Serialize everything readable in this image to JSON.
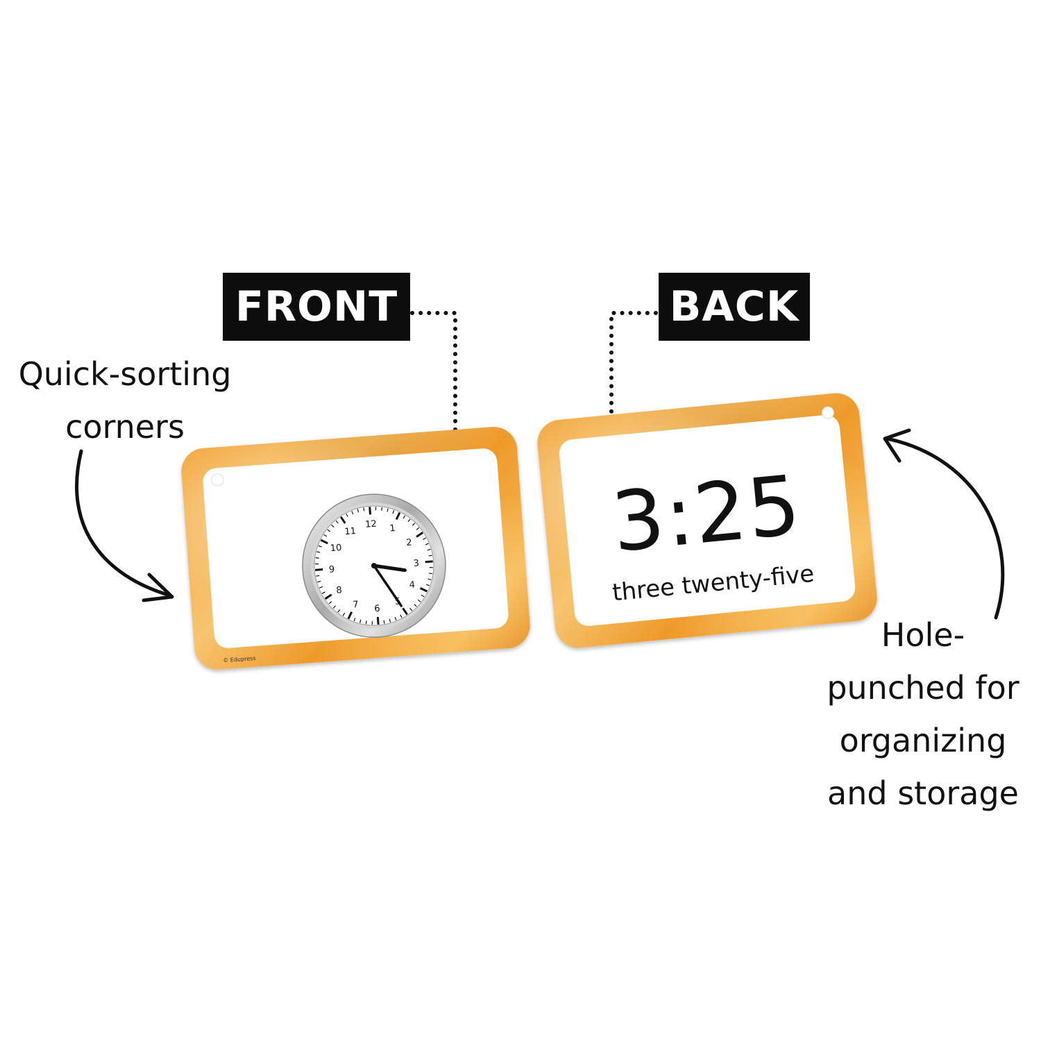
{
  "labels": {
    "front": "FRONT",
    "back": "BACK"
  },
  "callouts": {
    "left": [
      "Quick-sorting",
      "corners"
    ],
    "right": [
      "Hole-",
      "punched for",
      "organizing",
      "and storage"
    ]
  },
  "front_card": {
    "clock_numbers": [
      "12",
      "1",
      "2",
      "3",
      "4",
      "5",
      "6",
      "7",
      "8",
      "9",
      "10",
      "11"
    ],
    "clock_time": {
      "hour": 3,
      "minute": 25
    },
    "copyright": "© Edupress"
  },
  "back_card": {
    "time": "3:25",
    "words": "three twenty-five"
  },
  "colors": {
    "card_orange": "#f2a436",
    "label_bg": "#0d0d0d",
    "text": "#111111"
  }
}
